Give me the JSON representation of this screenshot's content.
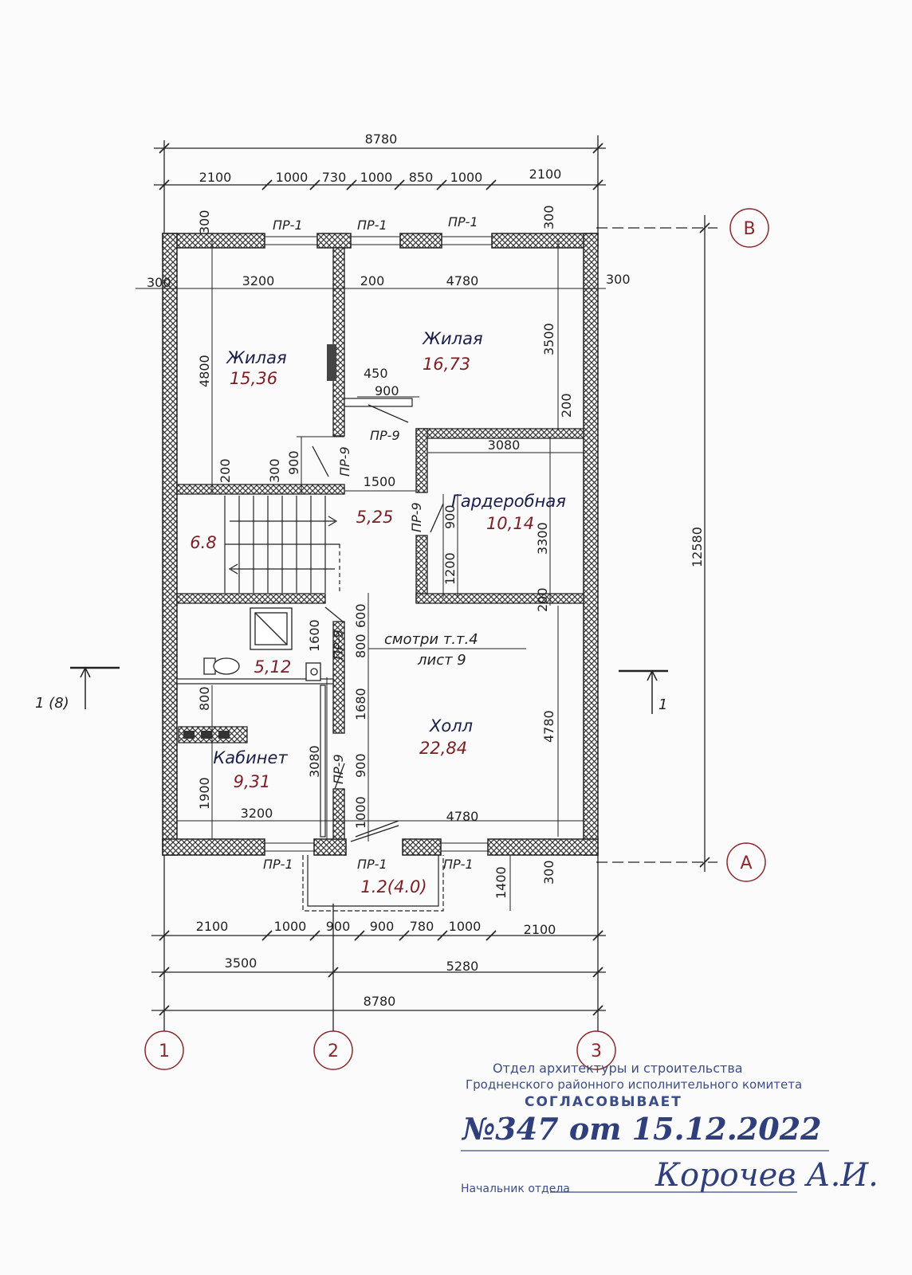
{
  "dims": {
    "top_total": "8780",
    "top_segments": [
      "2100",
      "1000",
      "730",
      "1000",
      "850",
      "1000",
      "2100"
    ],
    "left_300": "300",
    "right_300": "300",
    "top_300_left": "300",
    "top_300_right": "300",
    "inner_3200_top": "3200",
    "inner_200_top": "200",
    "inner_4780_top": "4780",
    "v_4800": "4800",
    "v_3500": "3500",
    "v_200_right_top": "200",
    "d_450": "450",
    "d_900_top": "900",
    "d_3080_h": "3080",
    "v_200_left": "200",
    "v_300_stair": "300",
    "v_900_stair": "900",
    "d_1500": "1500",
    "v_900_ward": "900",
    "v_1200_ward": "1200",
    "v_3300": "3300",
    "v_200_right_mid": "200",
    "v_600": "600",
    "v_1600": "1600",
    "v_800_wc": "800",
    "v_1680": "1680",
    "v_800_left": "800",
    "v_3080_left": "3080",
    "v_900_bot": "900",
    "v_1000_bot": "1000",
    "v_1900": "1900",
    "v_4780_right": "4780",
    "inner_3200_bot": "3200",
    "inner_4780_bot": "4780",
    "v_1400": "1400",
    "v_300_bot_right": "300",
    "bottom_segments": [
      "2100",
      "1000",
      "900",
      "900",
      "780",
      "1000",
      "2100"
    ],
    "bottom_mid": [
      "3500",
      "5280"
    ],
    "bottom_total": "8780",
    "v_12580": "12580"
  },
  "rooms": [
    {
      "name": "Жилая",
      "area": "15,36"
    },
    {
      "name": "Жилая",
      "area": "16,73"
    },
    {
      "name": "Гардеробная",
      "area": "10,14"
    },
    {
      "name": "",
      "area": "6.8"
    },
    {
      "name": "",
      "area": "5,25"
    },
    {
      "name": "",
      "area": "5,12"
    },
    {
      "name": "Кабинет",
      "area": "9,31"
    },
    {
      "name": "Холл",
      "area": "22,84"
    },
    {
      "name": "",
      "area": "1.2(4.0)"
    }
  ],
  "openings": {
    "window": "ПР-1",
    "door": "ПР-9"
  },
  "note": {
    "line1": "смотри  т.т.4",
    "line2": "лист  9"
  },
  "axes": {
    "B": "В",
    "A": "А",
    "n1": "1",
    "n2": "2",
    "n3": "3"
  },
  "section": {
    "left": "1 (8)",
    "right": "1"
  },
  "stamp": {
    "line1": "Отдел архитектуры и строительства",
    "line2": "Гродненского районного исполнительного комитета",
    "line3": "СОГЛАСОВЫВАЕТ",
    "number": "№347 от  15.12.2022",
    "chief_label": "Начальник отдела",
    "signature": "Корочев А.И."
  },
  "colors": {
    "ink": "#222222",
    "area": "#7a1f24",
    "room": "#1a1f4a",
    "axis": "#8a2a2e",
    "stamp": "#3c4d86"
  }
}
